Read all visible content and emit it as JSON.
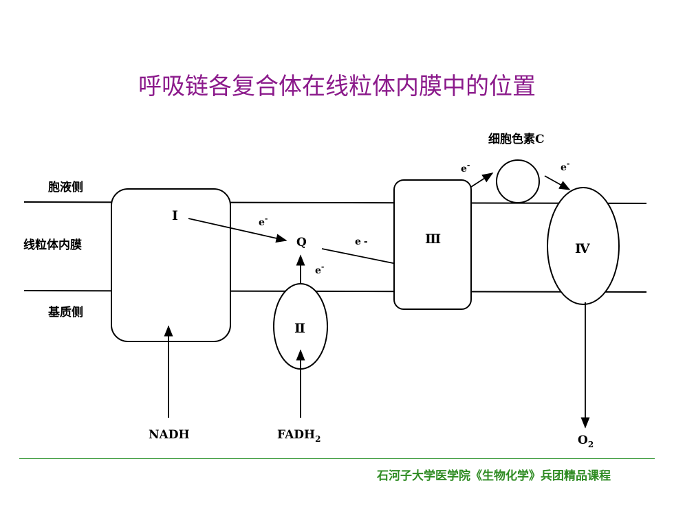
{
  "title": "呼吸链各复合体在线粒体内膜中的位置",
  "labels": {
    "cytosol_side": "胞液侧",
    "inner_membrane": "线粒体内膜",
    "matrix_side": "基质侧",
    "cytochrome_c": "细胞色素C"
  },
  "complexes": {
    "c1": "Ⅰ",
    "c2": "Ⅱ",
    "c3": "Ⅲ",
    "c4": "Ⅳ",
    "q": "Q"
  },
  "electron": "e",
  "electron_charge": "-",
  "substrates": {
    "nadh": "NADH",
    "fadh": "FADH",
    "fadh_sub": "2",
    "o2": "O",
    "o2_sub": "2"
  },
  "footer": "石河子大学医学院《生物化学》兵团精品课程",
  "colors": {
    "title": "#8B1A8B",
    "footer": "#2e8b22",
    "line": "#000000"
  }
}
